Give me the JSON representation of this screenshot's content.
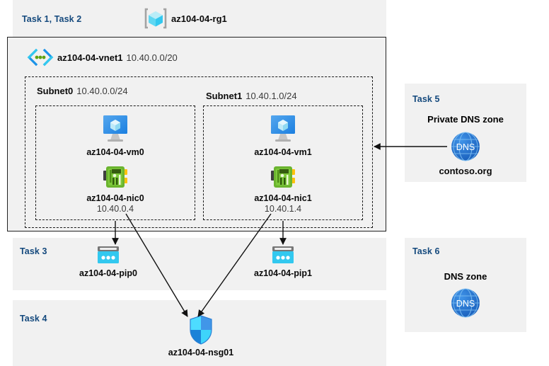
{
  "diagram": {
    "title_area": {
      "task_label": "Task 1, Task 2",
      "resource_group_name": "az104-04-rg1",
      "resource_group_icon": "resource-group-cube-icon"
    },
    "vnet": {
      "icon": "virtual-network-icon",
      "name": "az104-04-vnet1",
      "address_space": "10.40.0.0/20"
    },
    "subnets": [
      {
        "name": "Subnet0",
        "cidr": "10.40.0.0/24"
      },
      {
        "name": "Subnet1",
        "cidr": "10.40.1.0/24"
      }
    ],
    "vms": [
      {
        "icon": "virtual-machine-icon",
        "name": "az104-04-vm0"
      },
      {
        "icon": "virtual-machine-icon",
        "name": "az104-04-vm1"
      }
    ],
    "nics": [
      {
        "icon": "network-interface-icon",
        "name": "az104-04-nic0",
        "ip": "10.40.0.4"
      },
      {
        "icon": "network-interface-icon",
        "name": "az104-04-nic1",
        "ip": "10.40.1.4"
      }
    ],
    "task3": {
      "task_label": "Task 3",
      "pips": [
        {
          "icon": "public-ip-address-icon",
          "name": "az104-04-pip0"
        },
        {
          "icon": "public-ip-address-icon",
          "name": "az104-04-pip1"
        }
      ]
    },
    "task4": {
      "task_label": "Task 4",
      "nsg": {
        "icon": "network-security-group-shield-icon",
        "name": "az104-04-nsg01"
      }
    },
    "task5": {
      "task_label": "Task 5",
      "heading": "Private DNS zone",
      "icon": "dns-globe-icon",
      "zone_name": "contoso.org"
    },
    "task6": {
      "task_label": "Task 6",
      "heading": "DNS zone",
      "icon": "dns-globe-icon"
    },
    "colors": {
      "panel_background": "#f1f1f1",
      "task_label": "#14497d",
      "accent_blue": "#1b93e8",
      "nic_green": "#6bb42f",
      "pip_cyan": "#32c8ef",
      "dns_blue": "#1f6fd0"
    }
  }
}
